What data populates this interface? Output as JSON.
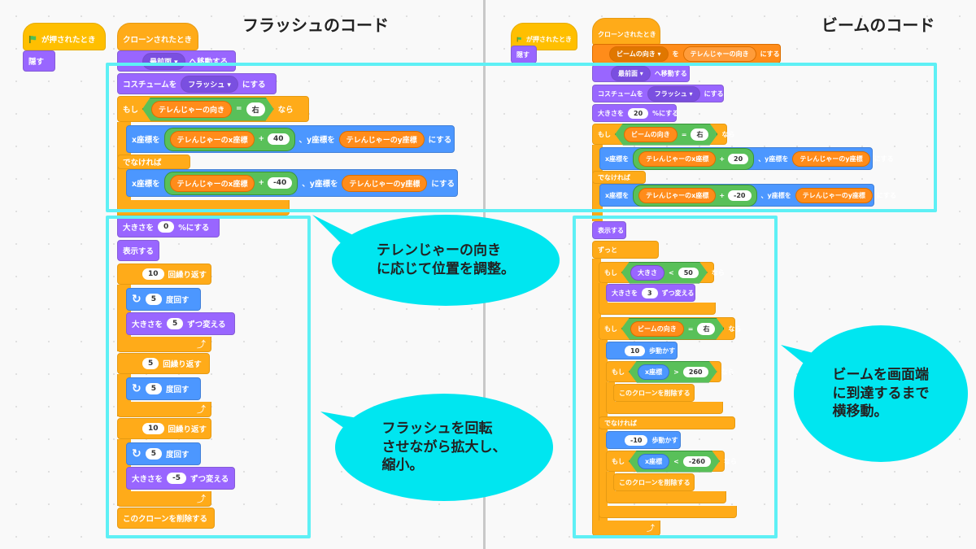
{
  "left": {
    "title": "フラッシュのコード",
    "flag_hat": "が押されたとき",
    "hide": "隠す",
    "clone_hat": "クローンされたとき",
    "goto_front": {
      "value": "最前面",
      "suffix": "へ移動する"
    },
    "costume": {
      "prefix": "コスチュームを",
      "value": "フラッシュ",
      "suffix": "にする"
    },
    "if_label": "もし",
    "cond": {
      "var": "テレんじゃーの向き",
      "op": "=",
      "value": "右",
      "then": "なら"
    },
    "setxy1": {
      "x_prefix": "x座標を",
      "x_var": "テレんじゃーのx座標",
      "plus": "+",
      "x_add": "40",
      "y_prefix": "、y座標を",
      "y_var": "テレんじゃーのy座標",
      "suffix": "にする"
    },
    "else_label": "でなければ",
    "setxy2": {
      "x_prefix": "x座標を",
      "x_var": "テレんじゃーのx座標",
      "plus": "+",
      "x_add": "-40",
      "y_prefix": "、y座標を",
      "y_var": "テレんじゃーのy座標",
      "suffix": "にする"
    },
    "size_set": {
      "prefix": "大きさを",
      "value": "0",
      "suffix": "%にする"
    },
    "show": "表示する",
    "repeat1": {
      "count": "10",
      "label": "回繰り返す"
    },
    "turn1": {
      "value": "5",
      "label": "度回す"
    },
    "change1": {
      "prefix": "大きさを",
      "value": "5",
      "suffix": "ずつ変える"
    },
    "repeat2": {
      "count": "5",
      "label": "回繰り返す"
    },
    "turn2": {
      "value": "5",
      "label": "度回す"
    },
    "repeat3": {
      "count": "10",
      "label": "回繰り返す"
    },
    "turn3": {
      "value": "5",
      "label": "度回す"
    },
    "change3": {
      "prefix": "大きさを",
      "value": "-5",
      "suffix": "ずつ変える"
    },
    "delete_clone": "このクローンを削除する"
  },
  "right": {
    "title": "ビームのコード",
    "flag_hat": "が押されたとき",
    "hide": "隠す",
    "clone_hat": "クローンされたとき",
    "setvar": {
      "var": "ビームの向き",
      "mid": "を",
      "value": "テレんじゃーの向き",
      "suffix": "にする"
    },
    "goto_front": {
      "value": "最前面",
      "suffix": "へ移動する"
    },
    "costume": {
      "prefix": "コスチュームを",
      "value": "フラッシュ",
      "suffix": "にする"
    },
    "size_set": {
      "prefix": "大きさを",
      "value": "20",
      "suffix": "%にする"
    },
    "if_label": "もし",
    "cond": {
      "var": "ビームの向き",
      "op": "=",
      "value": "右",
      "then": "なら"
    },
    "setxy1": {
      "x_prefix": "x座標を",
      "x_var": "テレんじゃーのx座標",
      "plus": "+",
      "x_add": "20",
      "y_prefix": "、y座標を",
      "y_var": "テレんじゃーのy座標",
      "suffix": "にする"
    },
    "else_label": "でなければ",
    "setxy2": {
      "x_prefix": "x座標を",
      "x_var": "テレんじゃーのx座標",
      "plus": "+",
      "x_add": "-20",
      "y_prefix": "、y座標を",
      "y_var": "テレんじゃーのy座標",
      "suffix": "にする"
    },
    "show": "表示する",
    "forever": "ずっと",
    "if_size": {
      "if": "もし",
      "reporter": "大きさ",
      "op": "<",
      "value": "50",
      "then": "なら"
    },
    "change_size": {
      "prefix": "大きさを",
      "value": "3",
      "suffix": "ずつ変える"
    },
    "if_dir": {
      "if": "もし",
      "var": "ビームの向き",
      "op": "=",
      "value": "右",
      "then": "なら"
    },
    "move1": {
      "value": "10",
      "label": "歩動かす"
    },
    "if_x1": {
      "if": "もし",
      "reporter": "x座標",
      "op": ">",
      "value": "260",
      "then": "なら"
    },
    "delete1": "このクローンを削除する",
    "move2": {
      "value": "-10",
      "label": "歩動かす"
    },
    "if_x2": {
      "if": "もし",
      "reporter": "x座標",
      "op": "<",
      "value": "-260",
      "then": "なら"
    },
    "delete2": "このクローンを削除する"
  },
  "callouts": {
    "position": "テレンじゃーの向き\nに応じて位置を調整。",
    "flash": "フラッシュを回転\nさせながら拡大し、\n縮小。",
    "beam": "ビームを画面端\nに到達するまで\n横移動。"
  },
  "colors": {
    "events": "#ffbf00",
    "control": "#ffab19",
    "looks": "#9966ff",
    "motion": "#4c97ff",
    "operators": "#59c059",
    "variables": "#ff8c1a",
    "highlight": "#5ef0f5",
    "callout": "#00e6f0"
  }
}
